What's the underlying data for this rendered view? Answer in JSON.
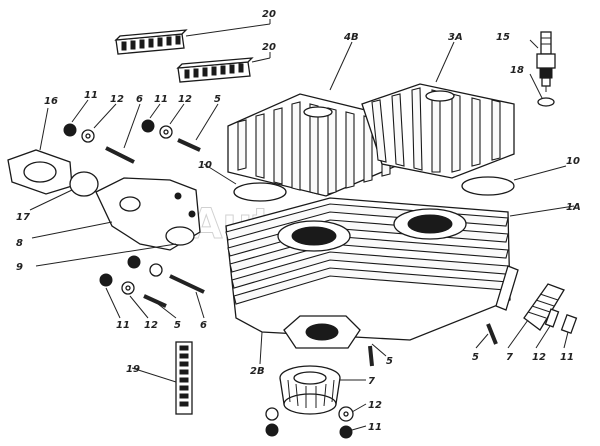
{
  "watermark": "AutoSoft",
  "labels": {
    "l20a": "20",
    "l20b": "20",
    "l4B": "4B",
    "l3A": "3A",
    "l15": "15",
    "l18": "18",
    "l16": "16",
    "l11a": "11",
    "l12a": "12",
    "l6a": "6",
    "l11b": "11",
    "l12b": "12",
    "l5a": "5",
    "l10a": "10",
    "l10b": "10",
    "l1A": "1A",
    "l17": "17",
    "l8": "8",
    "l9": "9",
    "l11c": "11",
    "l12c": "12",
    "l5b": "5",
    "l6b": "6",
    "l19": "19",
    "l2B": "2B",
    "l5c": "5",
    "l7a": "7",
    "l12d": "12",
    "l11d": "11",
    "l5d": "5",
    "l7b": "7",
    "l12e": "12",
    "l11e": "11"
  }
}
